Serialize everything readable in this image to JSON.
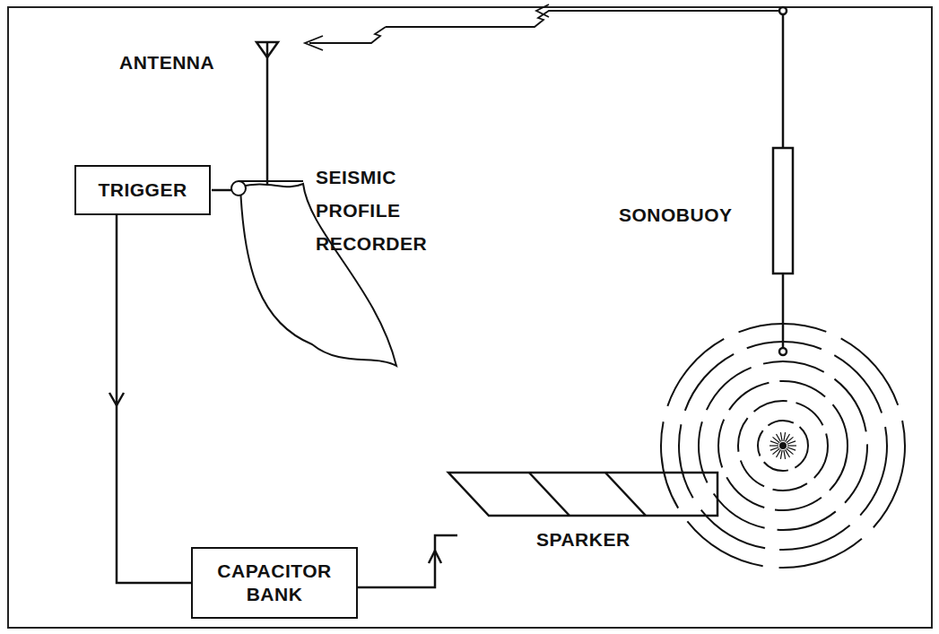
{
  "diagram": {
    "nodes": [
      {
        "text": [
          "TRIGGER"
        ]
      },
      {
        "text": [
          "CAPACITOR BANK"
        ]
      }
    ],
    "edges": [
      {
        "from": 0,
        "to": 1,
        "arrow": "to"
      }
    ],
    "labels": [
      "ANTENNA",
      "SONOBUOY",
      "SEISMIC PROFILE RECORDER",
      "SPARKER"
    ]
  }
}
